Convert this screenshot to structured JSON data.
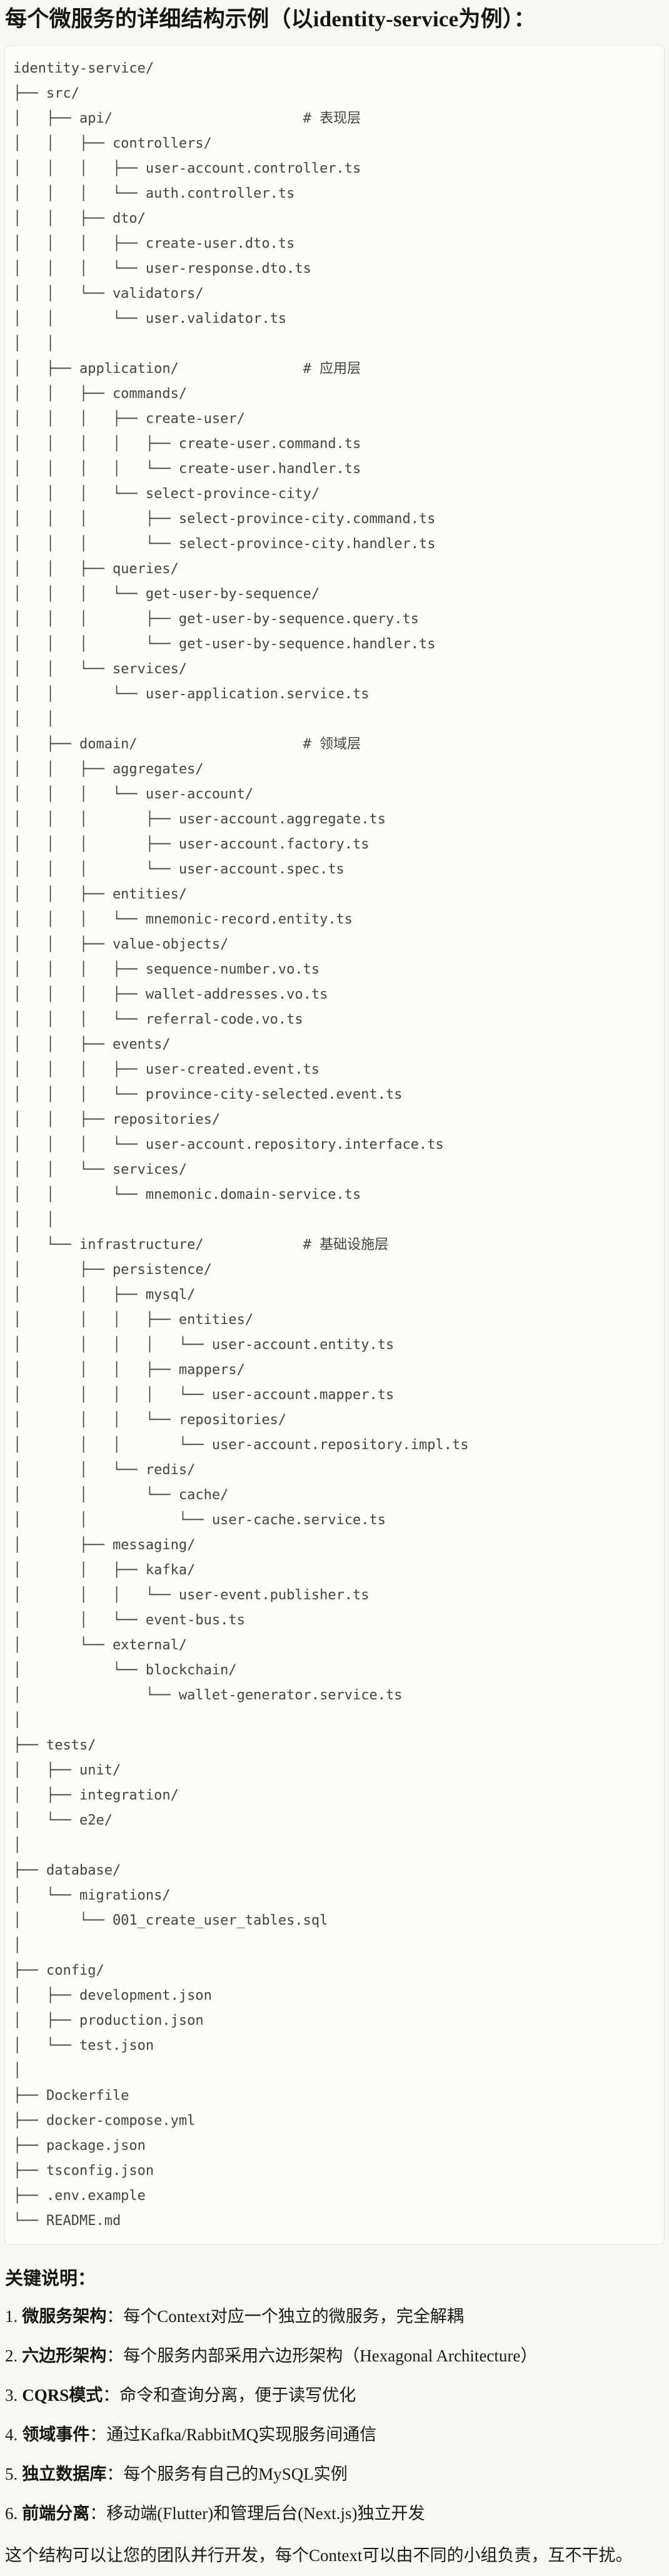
{
  "title": "每个微服务的详细结构示例（以identity-service为例）：",
  "code_block": {
    "tree_lines": [
      "identity-service/",
      "├── src/",
      "│   ├── api/                       # 表现层",
      "│   │   ├── controllers/",
      "│   │   │   ├── user-account.controller.ts",
      "│   │   │   └── auth.controller.ts",
      "│   │   ├── dto/",
      "│   │   │   ├── create-user.dto.ts",
      "│   │   │   └── user-response.dto.ts",
      "│   │   └── validators/",
      "│   │       └── user.validator.ts",
      "│   │",
      "│   ├── application/               # 应用层",
      "│   │   ├── commands/",
      "│   │   │   ├── create-user/",
      "│   │   │   │   ├── create-user.command.ts",
      "│   │   │   │   └── create-user.handler.ts",
      "│   │   │   └── select-province-city/",
      "│   │   │       ├── select-province-city.command.ts",
      "│   │   │       └── select-province-city.handler.ts",
      "│   │   ├── queries/",
      "│   │   │   └── get-user-by-sequence/",
      "│   │   │       ├── get-user-by-sequence.query.ts",
      "│   │   │       └── get-user-by-sequence.handler.ts",
      "│   │   └── services/",
      "│   │       └── user-application.service.ts",
      "│   │",
      "│   ├── domain/                    # 领域层",
      "│   │   ├── aggregates/",
      "│   │   │   └── user-account/",
      "│   │   │       ├── user-account.aggregate.ts",
      "│   │   │       ├── user-account.factory.ts",
      "│   │   │       └── user-account.spec.ts",
      "│   │   ├── entities/",
      "│   │   │   └── mnemonic-record.entity.ts",
      "│   │   ├── value-objects/",
      "│   │   │   ├── sequence-number.vo.ts",
      "│   │   │   ├── wallet-addresses.vo.ts",
      "│   │   │   └── referral-code.vo.ts",
      "│   │   ├── events/",
      "│   │   │   ├── user-created.event.ts",
      "│   │   │   └── province-city-selected.event.ts",
      "│   │   ├── repositories/",
      "│   │   │   └── user-account.repository.interface.ts",
      "│   │   └── services/",
      "│   │       └── mnemonic.domain-service.ts",
      "│   │",
      "│   └── infrastructure/            # 基础设施层",
      "│       ├── persistence/",
      "│       │   ├── mysql/",
      "│       │   │   ├── entities/",
      "│       │   │   │   └── user-account.entity.ts",
      "│       │   │   ├── mappers/",
      "│       │   │   │   └── user-account.mapper.ts",
      "│       │   │   └── repositories/",
      "│       │   │       └── user-account.repository.impl.ts",
      "│       │   └── redis/",
      "│       │       └── cache/",
      "│       │           └── user-cache.service.ts",
      "│       ├── messaging/",
      "│       │   ├── kafka/",
      "│       │   │   └── user-event.publisher.ts",
      "│       │   └── event-bus.ts",
      "│       └── external/",
      "│           └── blockchain/",
      "│               └── wallet-generator.service.ts",
      "│",
      "├── tests/",
      "│   ├── unit/",
      "│   ├── integration/",
      "│   └── e2e/",
      "│",
      "├── database/",
      "│   └── migrations/",
      "│       └── 001_create_user_tables.sql",
      "│",
      "├── config/",
      "│   ├── development.json",
      "│   ├── production.json",
      "│   └── test.json",
      "│",
      "├── Dockerfile",
      "├── docker-compose.yml",
      "├── package.json",
      "├── tsconfig.json",
      "├── .env.example",
      "└── README.md"
    ]
  },
  "notes": {
    "heading": "关键说明：",
    "items": [
      {
        "num": "1.",
        "label": "微服务架构",
        "desc": "：每个Context对应一个独立的微服务，完全解耦"
      },
      {
        "num": "2.",
        "label": "六边形架构",
        "desc": "：每个服务内部采用六边形架构（Hexagonal Architecture）"
      },
      {
        "num": "3.",
        "label": "CQRS模式",
        "desc": "：命令和查询分离，便于读写优化"
      },
      {
        "num": "4.",
        "label": "领域事件",
        "desc": "：通过Kafka/RabbitMQ实现服务间通信"
      },
      {
        "num": "5.",
        "label": "独立数据库",
        "desc": "：每个服务有自己的MySQL实例"
      },
      {
        "num": "6.",
        "label": "前端分离",
        "desc": "：移动端(Flutter)和管理后台(Next.js)独立开发"
      }
    ],
    "footer": "这个结构可以让您的团队并行开发，每个Context可以由不同的小组负责，互不干扰。"
  },
  "colors": {
    "page_background": "#f9f7f2",
    "code_background": "#fdfcf9",
    "code_border": "#e5e2da",
    "code_text": "#45453f",
    "body_text": "#1c1b19"
  }
}
